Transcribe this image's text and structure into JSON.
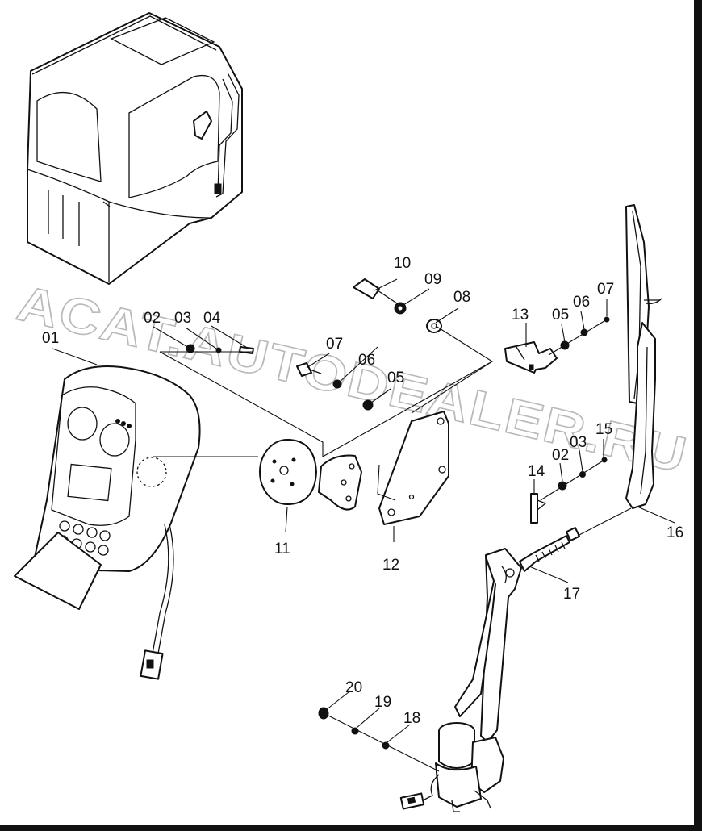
{
  "watermark": "ACAT.AUTODEALER.RU",
  "callouts": {
    "c01": "01",
    "c02a": "02",
    "c03a": "03",
    "c04": "04",
    "c05a": "05",
    "c06a": "06",
    "c07a": "07",
    "c08": "08",
    "c09": "09",
    "c10": "10",
    "c11": "11",
    "c12": "12",
    "c13": "13",
    "c05b": "05",
    "c06b": "06",
    "c07b": "07",
    "c14": "14",
    "c02b": "02",
    "c03b": "03",
    "c15": "15",
    "c16": "16",
    "c17": "17",
    "c18": "18",
    "c19": "19",
    "c20": "20"
  }
}
